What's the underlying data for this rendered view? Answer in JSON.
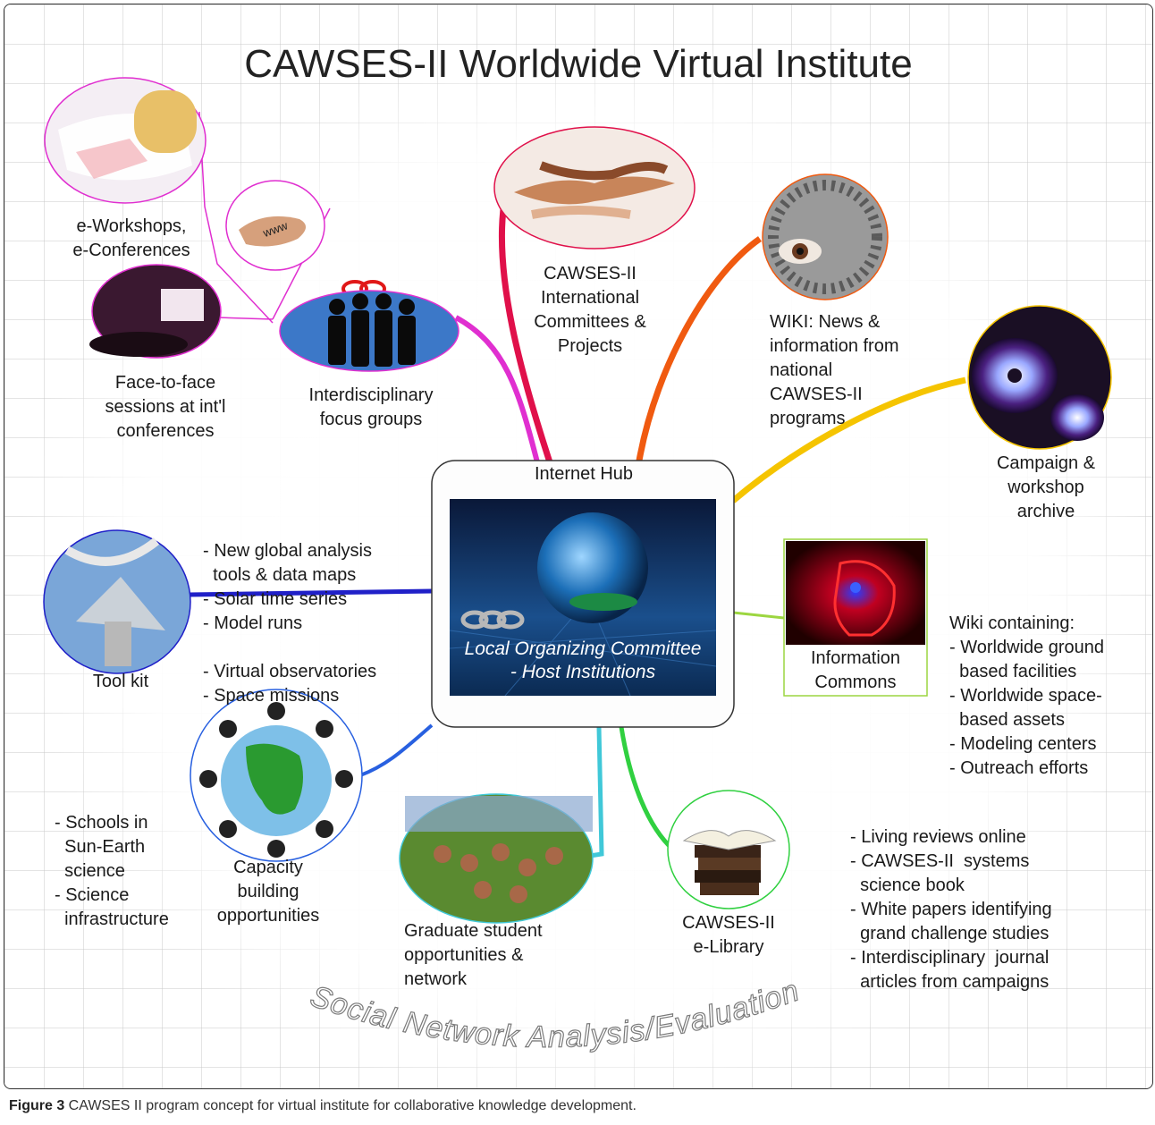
{
  "title": "CAWSES-II Worldwide Virtual Institute",
  "hub": {
    "header": "Internet Hub",
    "line1": "Local Organizing Committee",
    "line2": "- Host  Institutions"
  },
  "nodes": {
    "eworkshops": [
      "e-Workshops,",
      "e-Conferences"
    ],
    "face_to_face": [
      "Face-to-face",
      "sessions at int'l",
      "conferences"
    ],
    "focus_groups": [
      "Interdisciplinary",
      "focus groups"
    ],
    "committees": [
      "CAWSES-II",
      "International",
      "Committees &",
      "Projects"
    ],
    "wiki": [
      "WIKI:  News &",
      "information from",
      "national",
      "CAWSES-II",
      "programs"
    ],
    "campaign": [
      "Campaign &",
      "workshop",
      "archive"
    ],
    "toolkit": [
      "Tool kit"
    ],
    "info_commons": [
      "Information",
      "Commons"
    ],
    "capacity": [
      "Capacity",
      "building",
      "opportunities"
    ],
    "graduate": [
      "Graduate student",
      "opportunities &",
      "network"
    ],
    "elibrary": [
      "CAWSES-II",
      "e-Library"
    ]
  },
  "lists": {
    "toolkit_top": [
      "- New global analysis",
      "  tools & data maps",
      "- Solar time series",
      "- Model runs"
    ],
    "toolkit_bottom": [
      "- Virtual observatories",
      "- Space missions"
    ],
    "wiki_containing": [
      "Wiki containing:",
      "- Worldwide ground",
      "  based facilities",
      "- Worldwide space-",
      "  based assets",
      "- Modeling centers",
      "- Outreach efforts"
    ],
    "schools": [
      "- Schools in",
      "  Sun-Earth",
      "  science",
      "- Science",
      "  infrastructure"
    ],
    "library_items": [
      "- Living reviews online",
      "- CAWSES-II  systems",
      "  science book",
      "- White papers identifying",
      "  grand challenge studies",
      "- Interdisciplinary  journal",
      "  articles from campaigns"
    ]
  },
  "icons": {
    "www": "www",
    "chain": "chain-icon"
  },
  "footer_arc": "Social Network Analysis/Evaluation",
  "caption": {
    "label": "Figure 3",
    "text": " CAWSES II program concept for virtual institute for collaborative knowledge development."
  },
  "colors": {
    "magenta": "#e02fd0",
    "red": "#e0104a",
    "orange": "#f05a10",
    "yellow": "#f5c400",
    "blue": "#2020c8",
    "green": "#9cd640",
    "cyan": "#40c8d8",
    "lime": "#30d040"
  }
}
